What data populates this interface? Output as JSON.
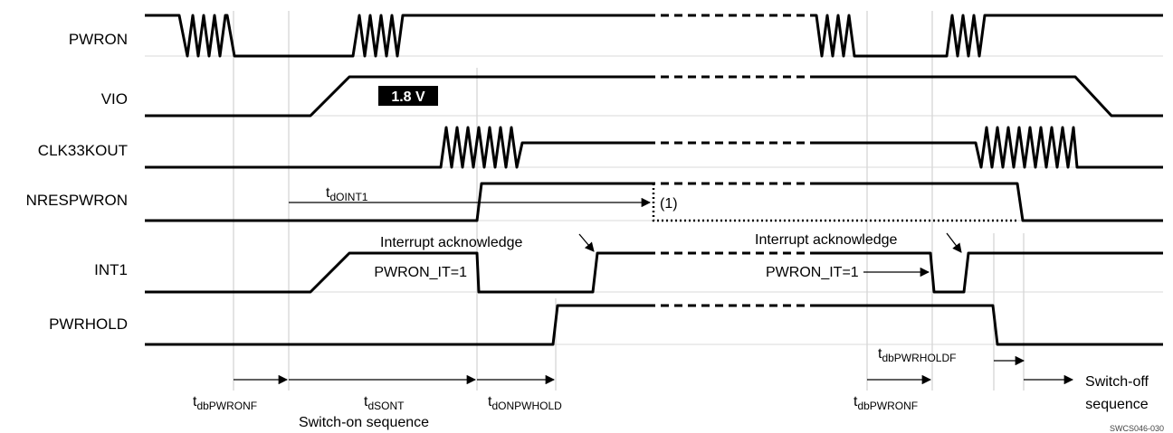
{
  "signals": [
    {
      "name": "PWRON"
    },
    {
      "name": "VIO"
    },
    {
      "name": "CLK33KOUT"
    },
    {
      "name": "NRESPWRON"
    },
    {
      "name": "INT1"
    },
    {
      "name": "PWRHOLD"
    }
  ],
  "vio_level": "1.8 V",
  "annotations": {
    "tdoint1_main": "t",
    "tdoint1_sub": "dOINT1",
    "note_1": "(1)",
    "irq_ack_1": "Interrupt acknowledge",
    "irq_ack_2": "Interrupt acknowledge",
    "pwron_it_1": "PWRON_IT=1",
    "pwron_it_2": "PWRON_IT=1",
    "tdbpwrholdf_main": "t",
    "tdbpwrholdf_sub": "dbPWRHOLDF"
  },
  "timings": {
    "tdbpwronf_1_main": "t",
    "tdbpwronf_1_sub": "dbPWRONF",
    "tdsont_main": "t",
    "tdsont_sub": "dSONT",
    "tdonpwhold_main": "t",
    "tdonpwhold_sub": "dONPWHOLD",
    "tdbpwronf_2_main": "t",
    "tdbpwronf_2_sub": "dbPWRONF",
    "switch_on": "Switch-on sequence",
    "switch_off_1": "Switch-off",
    "switch_off_2": "sequence"
  },
  "figure_id": "SWCS046-030"
}
